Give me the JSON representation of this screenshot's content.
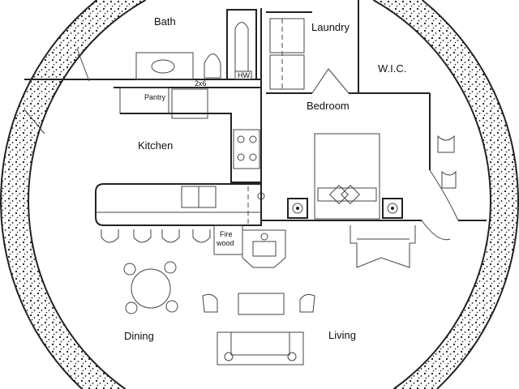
{
  "rooms": {
    "bath": "Bath",
    "laundry": "Laundry",
    "wic": "W.I.C.",
    "pantry": "Pantry",
    "bedroom": "Bedroom",
    "kitchen": "Kitchen",
    "dining": "Dining",
    "living": "Living"
  },
  "annotations": {
    "stud": "2x6",
    "water_heater": "HW",
    "firewood_1": "Fire",
    "firewood_2": "wood"
  },
  "colors": {
    "line": "#222222",
    "wall_fill": "#ffffff"
  }
}
